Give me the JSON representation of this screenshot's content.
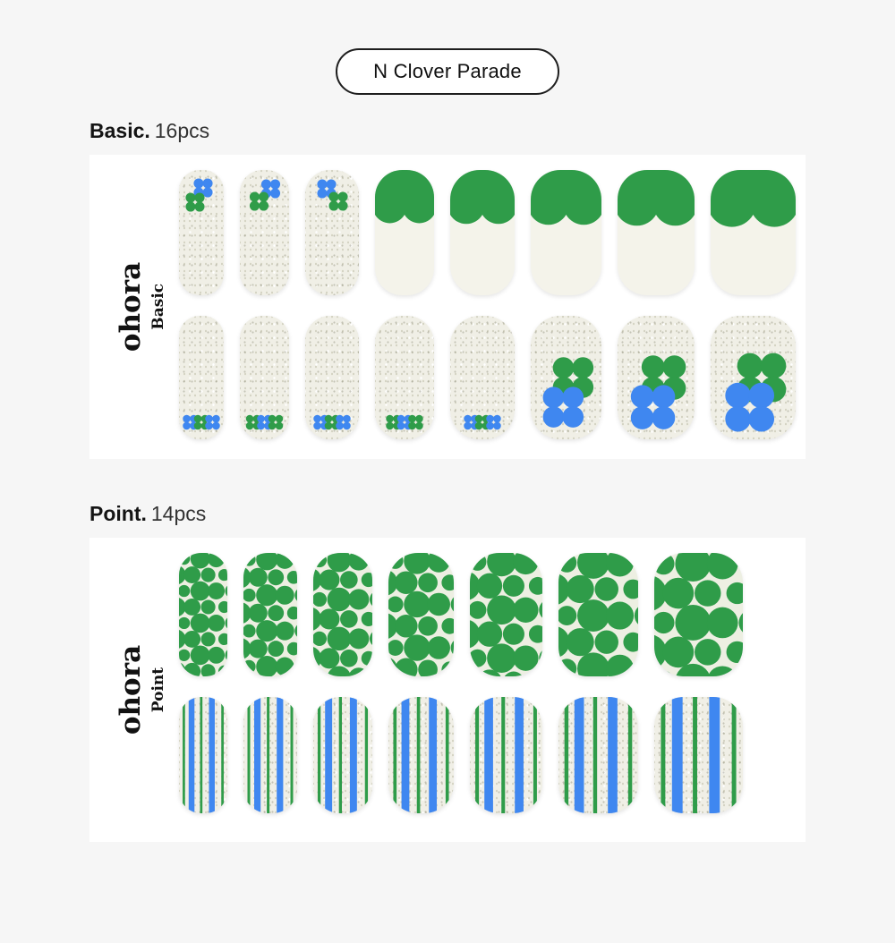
{
  "badge": {
    "label": "N Clover Parade"
  },
  "colors": {
    "green": "#2f9c49",
    "blue": "#3f87f0",
    "cream": "#f4f3ea",
    "glitter_base": "#f0efe6",
    "print_base": "#edefe2"
  },
  "sections": [
    {
      "id": "basic",
      "heading": {
        "name": "Basic.",
        "count": "16pcs"
      },
      "brand": "ohora",
      "brand_sub": "Basic",
      "rows": [
        {
          "nails": [
            {
              "type": "glitter-top-clovers",
              "variant": 0
            },
            {
              "type": "glitter-top-clovers",
              "variant": 1
            },
            {
              "type": "glitter-top-clovers",
              "variant": 2
            },
            {
              "type": "french-tip"
            },
            {
              "type": "french-tip"
            },
            {
              "type": "french-tip"
            },
            {
              "type": "french-tip"
            },
            {
              "type": "french-tip"
            }
          ]
        },
        {
          "nails": [
            {
              "type": "glitter-bottom-clovers",
              "variant": 0
            },
            {
              "type": "glitter-bottom-clovers",
              "variant": 1
            },
            {
              "type": "glitter-bottom-clovers",
              "variant": 0
            },
            {
              "type": "glitter-bottom-clovers",
              "variant": 1
            },
            {
              "type": "glitter-bottom-clovers",
              "variant": 0
            },
            {
              "type": "glitter-big-clovers"
            },
            {
              "type": "glitter-big-clovers"
            },
            {
              "type": "glitter-big-clovers"
            }
          ]
        }
      ]
    },
    {
      "id": "point",
      "heading": {
        "name": "Point.",
        "count": "14pcs"
      },
      "brand": "ohora",
      "brand_sub": "Point",
      "rows": [
        {
          "nails": [
            {
              "type": "clover-print"
            },
            {
              "type": "clover-print"
            },
            {
              "type": "clover-print"
            },
            {
              "type": "clover-print"
            },
            {
              "type": "clover-print"
            },
            {
              "type": "clover-print"
            },
            {
              "type": "clover-print"
            }
          ]
        },
        {
          "nails": [
            {
              "type": "stripes"
            },
            {
              "type": "stripes"
            },
            {
              "type": "stripes"
            },
            {
              "type": "stripes"
            },
            {
              "type": "stripes"
            },
            {
              "type": "stripes"
            },
            {
              "type": "stripes"
            }
          ]
        }
      ]
    }
  ]
}
